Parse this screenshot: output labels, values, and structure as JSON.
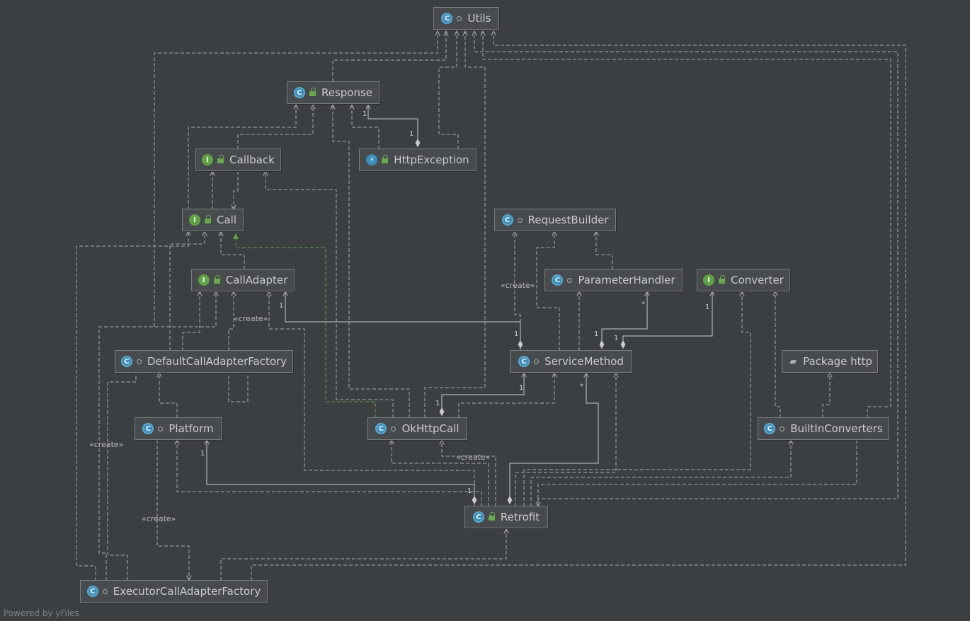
{
  "diagram": {
    "nodes": [
      {
        "id": "utils",
        "label": "Utils",
        "kind": "class",
        "visibility": "package-private"
      },
      {
        "id": "response",
        "label": "Response",
        "kind": "class",
        "visibility": "public"
      },
      {
        "id": "callback",
        "label": "Callback",
        "kind": "interface",
        "visibility": "public"
      },
      {
        "id": "httpexception",
        "label": "HttpException",
        "kind": "exception",
        "visibility": "public"
      },
      {
        "id": "call",
        "label": "Call",
        "kind": "interface",
        "visibility": "public"
      },
      {
        "id": "requestbuilder",
        "label": "RequestBuilder",
        "kind": "class",
        "visibility": "package-private"
      },
      {
        "id": "calladapter",
        "label": "CallAdapter",
        "kind": "interface",
        "visibility": "public"
      },
      {
        "id": "parameterhandler",
        "label": "ParameterHandler",
        "kind": "class",
        "visibility": "package-private"
      },
      {
        "id": "converter",
        "label": "Converter",
        "kind": "interface",
        "visibility": "public"
      },
      {
        "id": "defaultcalladapterfactory",
        "label": "DefaultCallAdapterFactory",
        "kind": "class",
        "visibility": "package-private"
      },
      {
        "id": "servicemethod",
        "label": "ServiceMethod",
        "kind": "class",
        "visibility": "package-private"
      },
      {
        "id": "packagehttp",
        "label": "Package http",
        "kind": "package",
        "visibility": "none"
      },
      {
        "id": "platform",
        "label": "Platform",
        "kind": "class",
        "visibility": "package-private"
      },
      {
        "id": "okhttpcall",
        "label": "OkHttpCall",
        "kind": "class",
        "visibility": "package-private"
      },
      {
        "id": "builtinconverters",
        "label": "BuiltInConverters",
        "kind": "class",
        "visibility": "package-private"
      },
      {
        "id": "retrofit",
        "label": "Retrofit",
        "kind": "class",
        "visibility": "public"
      },
      {
        "id": "executorcalladapterfactory",
        "label": "ExecutorCallAdapterFactory",
        "kind": "class",
        "visibility": "package-private"
      }
    ],
    "edge_labels": [
      "«create»",
      "«create»",
      "«create»",
      "«create»",
      "«create»"
    ],
    "multiplicities": [
      "1",
      "1",
      "1",
      "*",
      "1",
      "1",
      "1",
      "1",
      "1",
      "*",
      "1",
      "1",
      "1"
    ],
    "footer": "Powered by yFiles",
    "colors": {
      "background": "#3c3f41",
      "node": "#484b4d",
      "edge": "#a9abad",
      "realization": "#62a246"
    }
  }
}
